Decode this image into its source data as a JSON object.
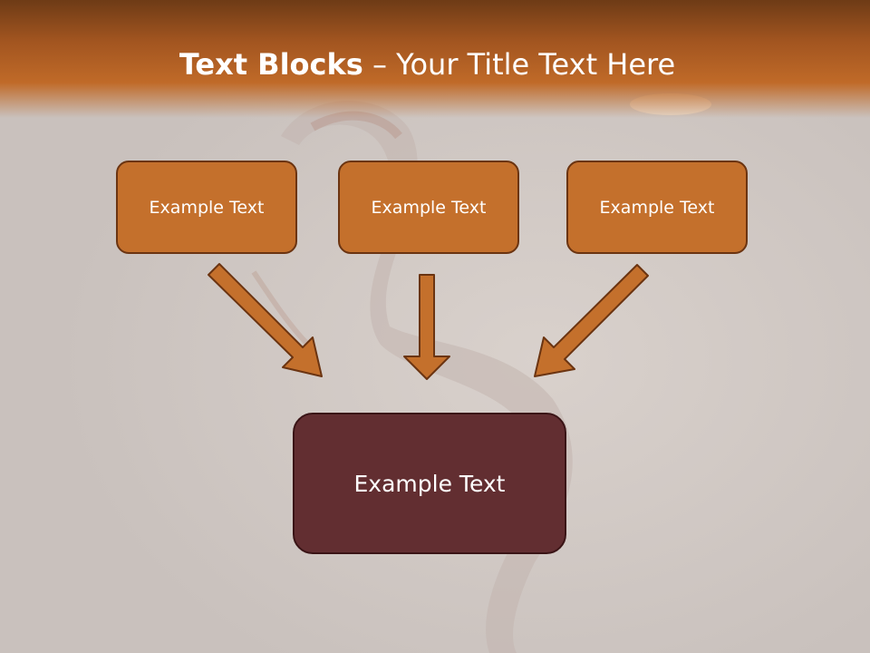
{
  "slide": {
    "title_bold": "Text Blocks",
    "title_rest": " – Your Title Text Here",
    "boxes": [
      {
        "label": "Example Text"
      },
      {
        "label": "Example Text"
      },
      {
        "label": "Example Text"
      }
    ],
    "main_box": {
      "label": "Example Text"
    }
  },
  "colors": {
    "box_fill": "#c4702c",
    "box_border": "#6b3411",
    "main_box_fill": "#622e31",
    "header": "#c06a28",
    "background": "#cdc6c2"
  }
}
